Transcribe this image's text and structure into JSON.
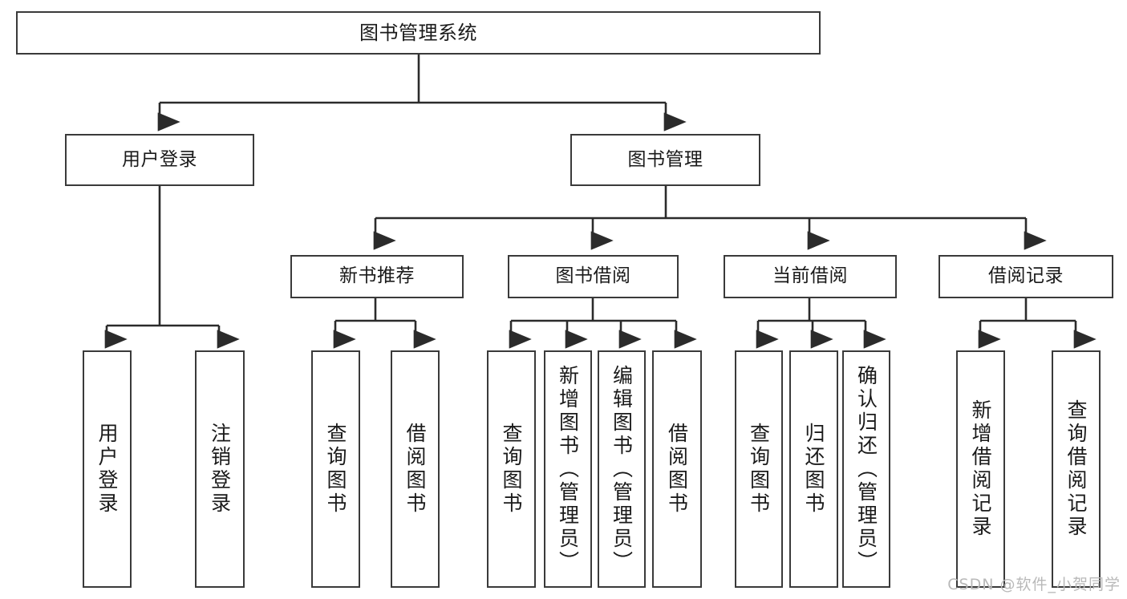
{
  "diagram": {
    "title": "图书管理系统",
    "type": "tree-hierarchy",
    "root": {
      "label": "图书管理系统"
    },
    "level1": [
      {
        "label": "用户登录"
      },
      {
        "label": "图书管理"
      }
    ],
    "level2": [
      {
        "label": "新书推荐"
      },
      {
        "label": "图书借阅"
      },
      {
        "label": "当前借阅"
      },
      {
        "label": "借阅记录"
      }
    ],
    "leaves": {
      "user_login": [
        {
          "label": "用户登录"
        },
        {
          "label": "注销登录"
        }
      ],
      "new_book_recommend": [
        {
          "label": "查询图书"
        },
        {
          "label": "借阅图书"
        }
      ],
      "book_borrow": [
        {
          "label": "查询图书"
        },
        {
          "label": "新增图书（管理员）"
        },
        {
          "label": "编辑图书（管理员）"
        },
        {
          "label": "借阅图书"
        }
      ],
      "current_borrow": [
        {
          "label": "查询图书"
        },
        {
          "label": "归还图书"
        },
        {
          "label": "确认归还（管理员）"
        }
      ],
      "borrow_record": [
        {
          "label": "新增借阅记录"
        },
        {
          "label": "查询借阅记录"
        }
      ]
    }
  },
  "watermark": {
    "text": "CSDN @软件_小贺同学"
  },
  "colors": {
    "border": "#3a3a3a",
    "edge": "#2b2b2b",
    "background": "#ffffff",
    "text": "#1a1a1a",
    "watermark": "#b9b9b9"
  }
}
